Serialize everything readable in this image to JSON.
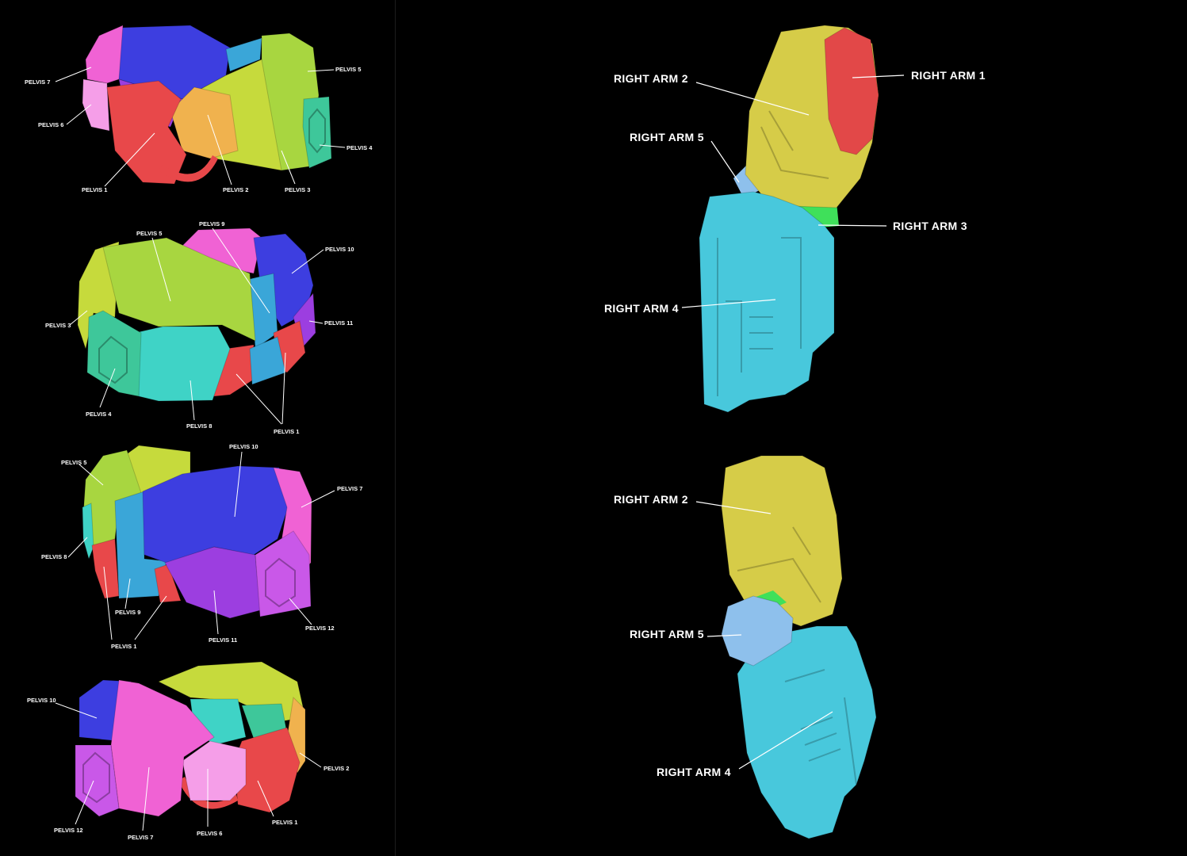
{
  "colors": {
    "background": "#000000",
    "label_text": "#ffffff",
    "pelvis_1": "#e8484a",
    "pelvis_2": "#f0b24e",
    "pelvis_3": "#c6da3c",
    "pelvis_4": "#3ec79a",
    "pelvis_5": "#a8d640",
    "pelvis_6": "#f59ee8",
    "pelvis_7": "#f062d4",
    "pelvis_8": "#3fd3c6",
    "pelvis_9": "#3aa6d8",
    "pelvis_10": "#3d3ee0",
    "pelvis_11": "#9c3ee0",
    "pelvis_12": "#c958e8",
    "arm_1": "#e24848",
    "arm_2": "#d6cc48",
    "arm_3": "#3fe05a",
    "arm_4": "#48c8dc",
    "arm_5": "#8ec0ec"
  },
  "pelvis_views": [
    {
      "labels": [
        "PELVIS 7",
        "PELVIS 6",
        "PELVIS 1",
        "PELVIS 2",
        "PELVIS 3",
        "PELVIS 4",
        "PELVIS 5"
      ]
    },
    {
      "labels": [
        "PELVIS 5",
        "PELVIS 9",
        "PELVIS 10",
        "PELVIS 3",
        "PELVIS 11",
        "PELVIS 4",
        "PELVIS 8",
        "PELVIS 1"
      ]
    },
    {
      "labels": [
        "PELVIS 5",
        "PELVIS 10",
        "PELVIS 7",
        "PELVIS 8",
        "PELVIS 9",
        "PELVIS 1",
        "PELVIS 11",
        "PELVIS 12"
      ]
    },
    {
      "labels": [
        "PELVIS 10",
        "PELVIS 2",
        "PELVIS 12",
        "PELVIS 7",
        "PELVIS 6",
        "PELVIS 1"
      ]
    }
  ],
  "arm_views": [
    {
      "labels": [
        "RIGHT ARM 2",
        "RIGHT ARM 1",
        "RIGHT ARM 5",
        "RIGHT ARM 3",
        "RIGHT ARM 4"
      ]
    },
    {
      "labels": [
        "RIGHT ARM 2",
        "RIGHT ARM 5",
        "RIGHT ARM 4"
      ]
    }
  ]
}
